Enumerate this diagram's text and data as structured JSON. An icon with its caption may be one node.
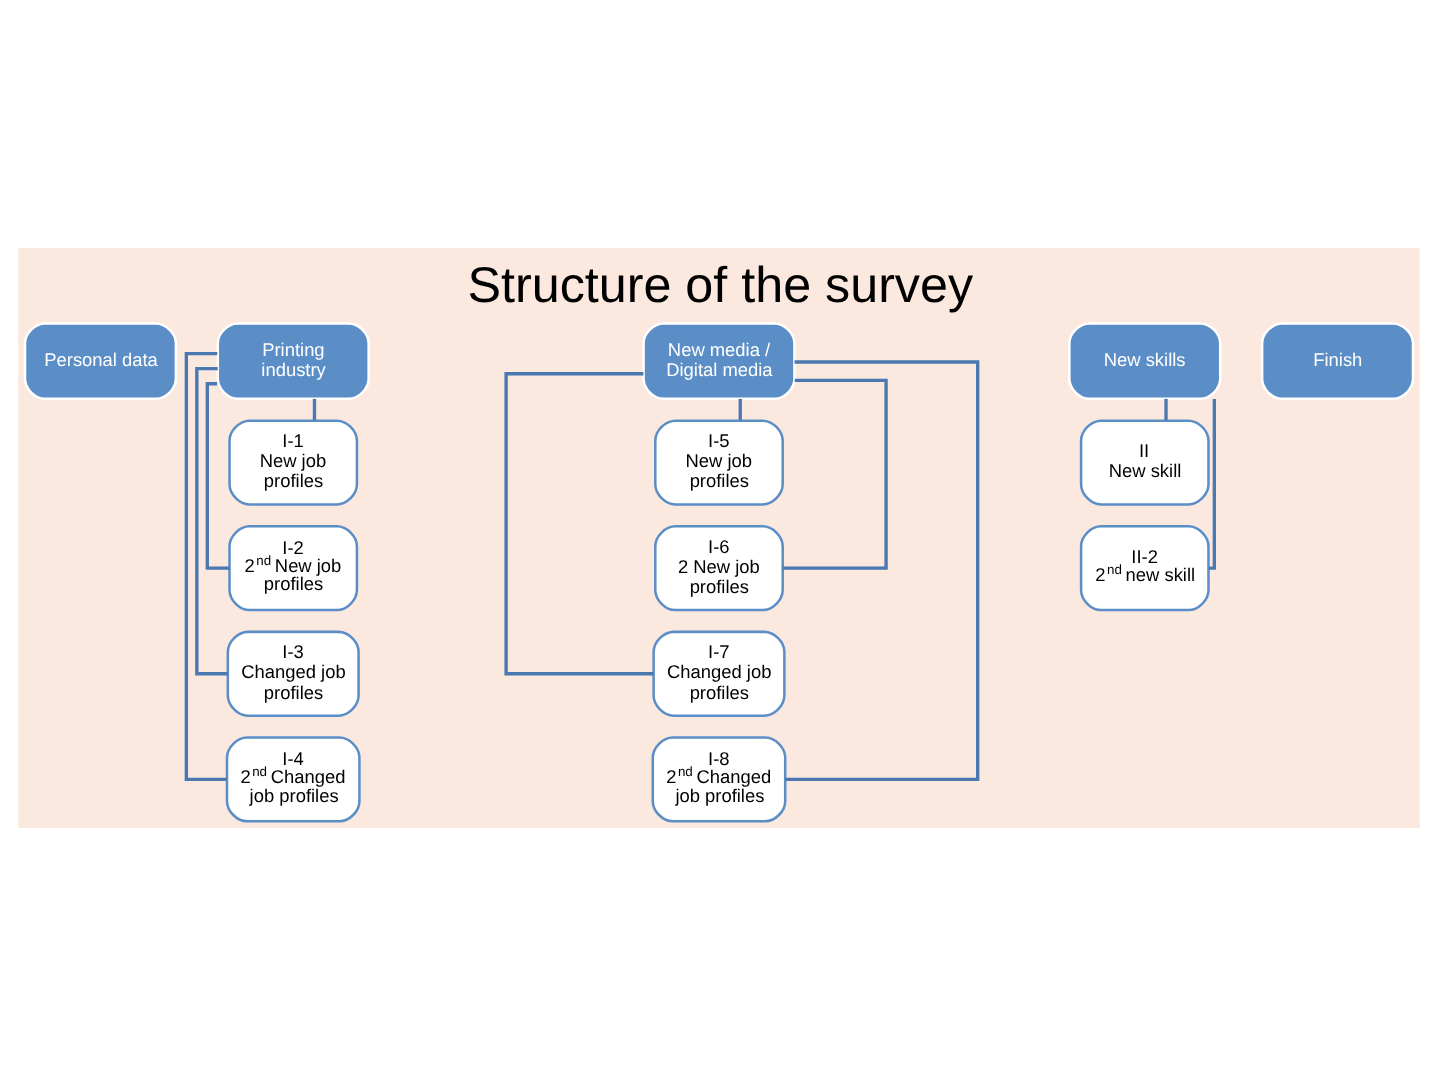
{
  "diagram": {
    "title": "Structure of the survey",
    "nodes": [
      {
        "text": [
          "Personal data"
        ]
      },
      {
        "text": [
          "Printing industry"
        ]
      },
      {
        "text": [
          "I-1",
          "New job profiles"
        ]
      },
      {
        "text": [
          "I-2",
          "2$^{nd}$ New job profiles"
        ]
      },
      {
        "text": [
          "I-3",
          "Changed job profiles"
        ]
      },
      {
        "text": [
          "I-4",
          "2$^{nd}$ Changed job profiles"
        ]
      },
      {
        "text": [
          "New media / Digital media"
        ]
      },
      {
        "text": [
          "I-5",
          "New job profiles"
        ]
      },
      {
        "text": [
          "I-6",
          "2 New job profiles"
        ]
      },
      {
        "text": [
          "I-7",
          "Changed job profiles"
        ]
      },
      {
        "text": [
          "I-8",
          "2$^{nd}$ Changed job profiles"
        ]
      },
      {
        "text": [
          "New skills"
        ]
      },
      {
        "text": [
          "II",
          "New skill"
        ]
      },
      {
        "text": [
          "II-2",
          "2$^{nd}$ new skill"
        ]
      },
      {
        "text": [
          "Finish"
        ]
      }
    ],
    "edges": [
      {
        "from": 1,
        "to": 2,
        "arrow": "none"
      },
      {
        "from": 1,
        "to": 3,
        "arrow": "none"
      },
      {
        "from": 1,
        "to": 4,
        "arrow": "none"
      },
      {
        "from": 1,
        "to": 5,
        "arrow": "none"
      },
      {
        "from": 6,
        "to": 7,
        "arrow": "none"
      },
      {
        "from": 6,
        "to": 8,
        "arrow": "none"
      },
      {
        "from": 6,
        "to": 9,
        "arrow": "none"
      },
      {
        "from": 6,
        "to": 10,
        "arrow": "none"
      },
      {
        "from": 11,
        "to": 12,
        "arrow": "none"
      },
      {
        "from": 11,
        "to": 13,
        "arrow": "none"
      }
    ]
  }
}
